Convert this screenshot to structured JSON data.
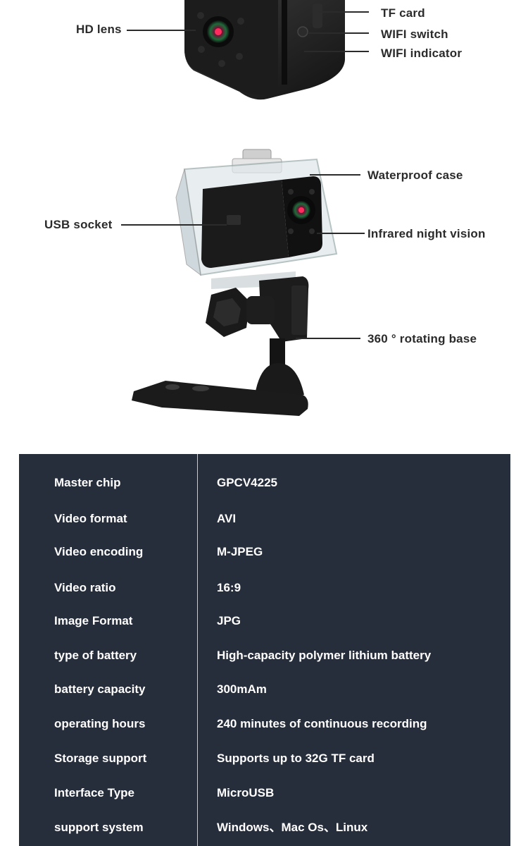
{
  "callouts": {
    "hd_lens": "HD lens",
    "tf_card": "TF card",
    "wifi_switch": "WIFI switch",
    "wifi_indicator": "WIFI indicator",
    "waterproof_case": "Waterproof case",
    "usb_socket": "USB socket",
    "infrared_night_vision": "Infrared night vision",
    "rotating_base": "360 ° rotating base"
  },
  "specs": [
    {
      "label": "Master chip",
      "value": "GPCV4225"
    },
    {
      "label": "Video format",
      "value": "AVI"
    },
    {
      "label": "Video encoding",
      "value": "M-JPEG"
    },
    {
      "label": "Video ratio",
      "value": "16:9"
    },
    {
      "label": "Image Format",
      "value": "JPG"
    },
    {
      "label": "type of battery",
      "value": "High-capacity polymer lithium battery"
    },
    {
      "label": "battery capacity",
      "value": "300mAm"
    },
    {
      "label": "operating hours",
      "value": "240 minutes of continuous recording"
    },
    {
      "label": "Storage support",
      "value": "Supports up to 32G TF card"
    },
    {
      "label": "Interface Type",
      "value": "MicroUSB"
    },
    {
      "label": "support system",
      "value": "Windows、Mac Os、Linux"
    }
  ],
  "colors": {
    "spec_background": "#262d3b",
    "spec_text": "#ffffff",
    "callout_text": "#2b2b2b"
  }
}
